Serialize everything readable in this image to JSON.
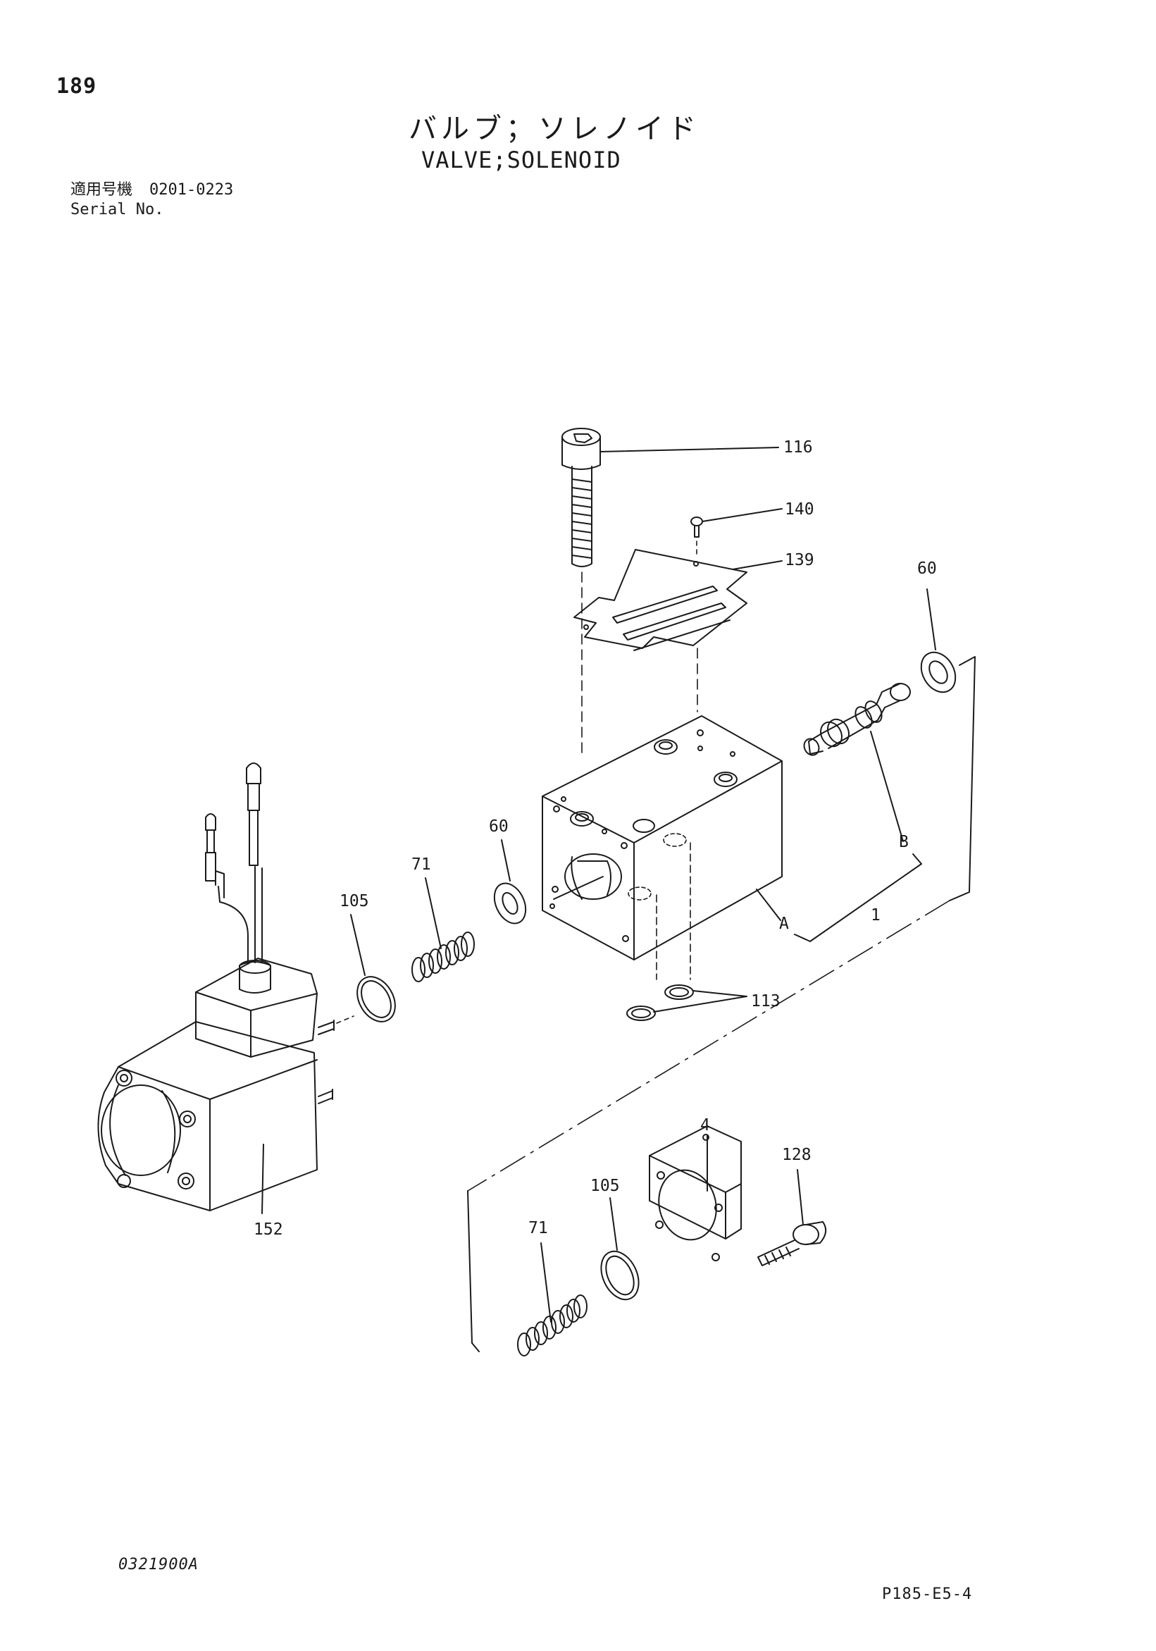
{
  "header": {
    "page_number": "189",
    "title_ja": "バルブ；ソレノイド",
    "title_en": "VALVE;SOLENOID",
    "serial_label_ja": "適用号機",
    "serial_value": "0201-0223",
    "serial_label_en": "Serial No."
  },
  "callouts": {
    "c116": "116",
    "c140": "140",
    "c139": "139",
    "c60_right": "60",
    "c60_left": "60",
    "c71_top": "71",
    "c105_top": "105",
    "cB": "B",
    "cA": "A",
    "c1": "1",
    "c113": "113",
    "c4": "4",
    "c128": "128",
    "c105_bottom": "105",
    "c71_bottom": "71",
    "c152": "152"
  },
  "footer": {
    "drawing_code": "0321900A",
    "page_ref": "P185-E5-4"
  }
}
